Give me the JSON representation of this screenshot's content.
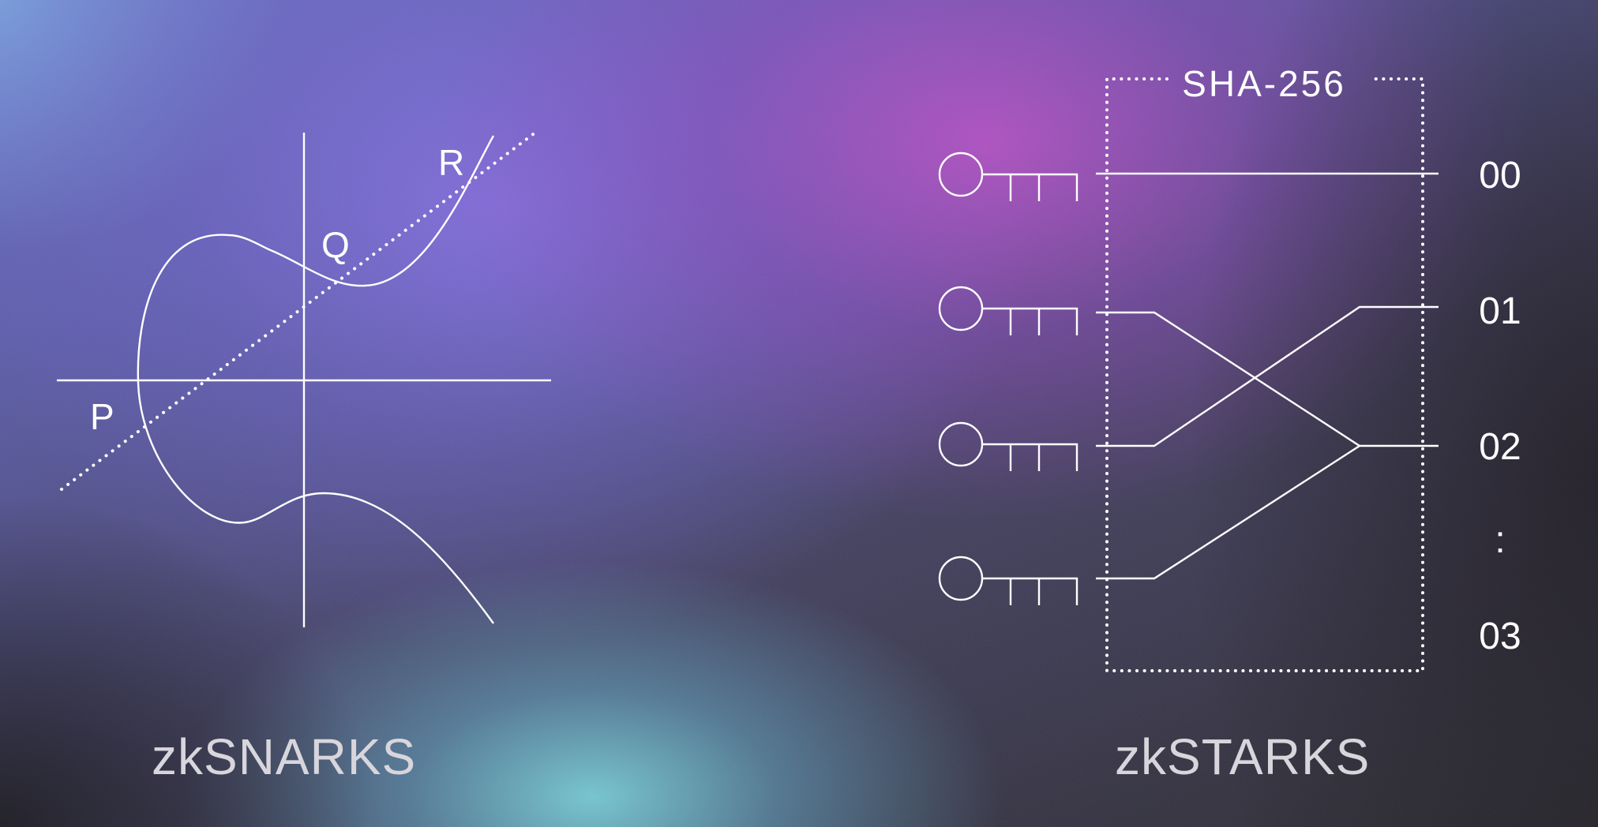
{
  "snark": {
    "caption": "zkSNARKS",
    "points": {
      "p": "P",
      "q": "Q",
      "r": "R"
    }
  },
  "stark": {
    "caption": "zkSTARKS",
    "box_label": "SHA-256",
    "outputs": [
      "00",
      "01",
      "02",
      ":",
      "03"
    ]
  },
  "colors": {
    "line": "#ffffff",
    "caption": "#d8d6dc"
  }
}
